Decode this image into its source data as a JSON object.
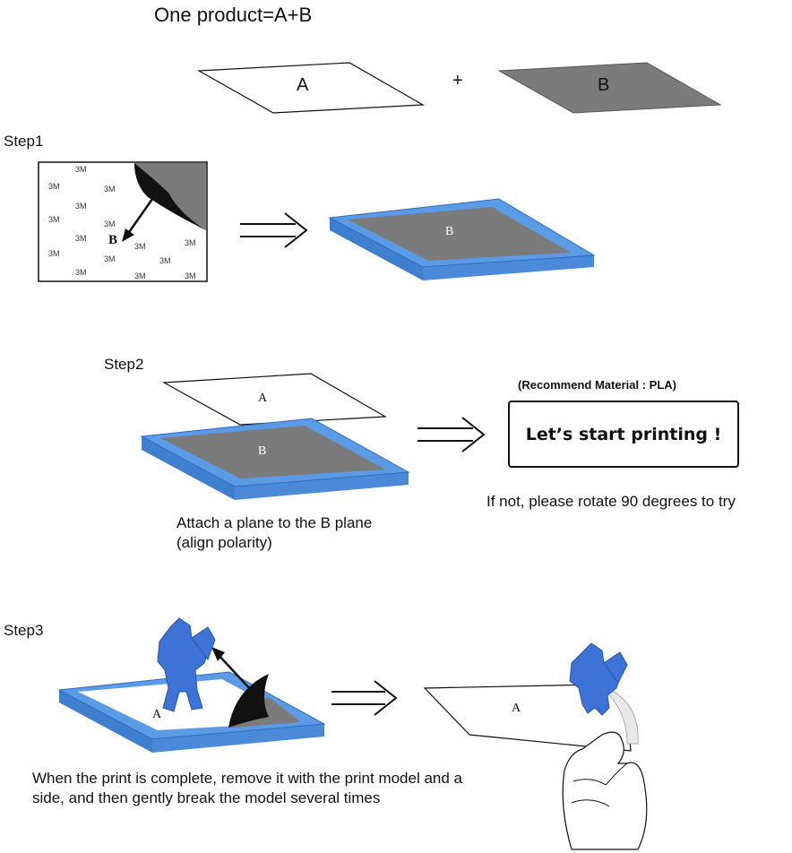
{
  "title": "One product=A+B",
  "plus_sign": "+",
  "plane_a_label": "A",
  "plane_b_label": "B",
  "tape_mark": "3M",
  "steps": {
    "step1": "Step1",
    "step2": "Step2",
    "step3": "Step3"
  },
  "step2_caption": "Attach a plane to the B plane (align polarity)",
  "recommend_text": "(Recommend Material : PLA)",
  "cta_text": "Let’s start printing !",
  "rotate_note": "If not, please rotate 90 degrees to try",
  "step3_caption": "When the print is complete, remove it with the print model and a side, and then gently break the model several times",
  "colors": {
    "bed_blue": "#5b9be6",
    "sheet_gray": "#7b7b7b",
    "figure_blue": "#3d73d6"
  },
  "icons": [
    "double-arrow-icon",
    "peel-arrow-icon",
    "robot-figure-icon",
    "hand-icon"
  ]
}
